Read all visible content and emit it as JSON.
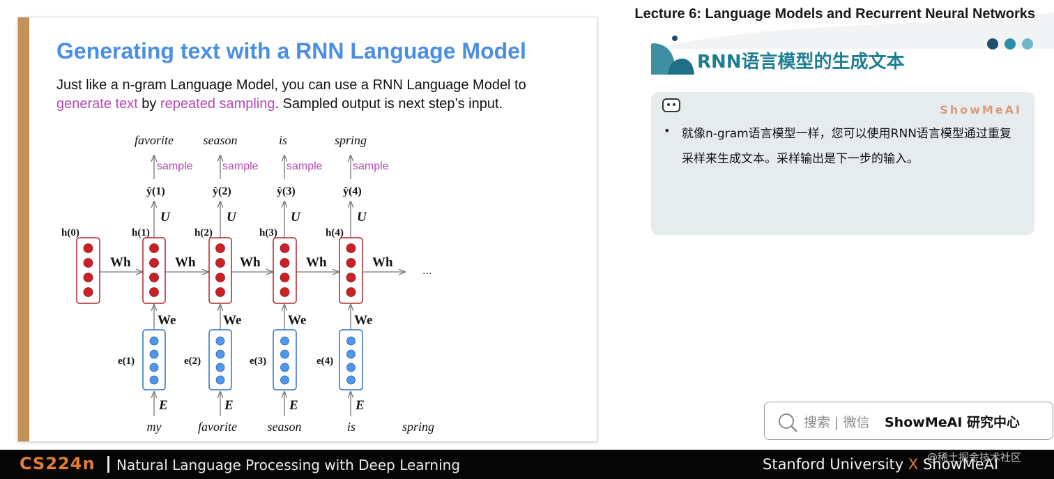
{
  "slide": {
    "title": "Generating text with a RNN Language Model",
    "line1": "Just like a n-gram Language Model, you can use a RNN Language Model to",
    "line2_hl1": "generate text",
    "line2_mid": " by ",
    "line2_hl2": "repeated sampling",
    "line2_end": ". Sampled output is next step’s input."
  },
  "diagram": {
    "outputs": [
      "favorite",
      "season",
      "is",
      "spring"
    ],
    "sample_label": "sample",
    "yhat_labels": [
      "ŷ(1)",
      "ŷ(2)",
      "ŷ(3)",
      "ŷ(4)"
    ],
    "u_label": "U",
    "h_labels": [
      "h(0)",
      "h(1)",
      "h(2)",
      "h(3)",
      "h(4)"
    ],
    "wh_label": "Wh",
    "we_label": "We",
    "e_labels": [
      "e(1)",
      "e(2)",
      "e(3)",
      "e(4)"
    ],
    "e_label": "E",
    "inputs": [
      "my",
      "favorite",
      "season",
      "is",
      "spring"
    ],
    "ellipsis": "...",
    "colors": {
      "hidden_node": "#cc2027",
      "hidden_border": "#b0232b",
      "embed_node": "#4e97ea",
      "embed_border": "#2f6fc0",
      "sample": "#b548b5"
    }
  },
  "header": {
    "lecture_title": "Lecture 6:  Language Models and Recurrent Neural Networks",
    "cn_title": "RNN语言模型的生成文本",
    "accent": "#1d7e92"
  },
  "note": {
    "brand": "ShowMeAI",
    "bullet": "•",
    "text": "就像n-gram语言模型一样，您可以使用RNN语言模型通过重复采样来生成文本。采样输出是下一步的输入。"
  },
  "search": {
    "label": "搜索 | 微信",
    "brand": "ShowMeAI 研究中心"
  },
  "footer": {
    "course": "CS224n",
    "course_title": "Natural Language Processing with Deep Learning",
    "credit_left": "Stanford University ",
    "credit_x": "X",
    "credit_right": " ShowMeAI",
    "watermark": "@稀土掘金技术社区"
  }
}
